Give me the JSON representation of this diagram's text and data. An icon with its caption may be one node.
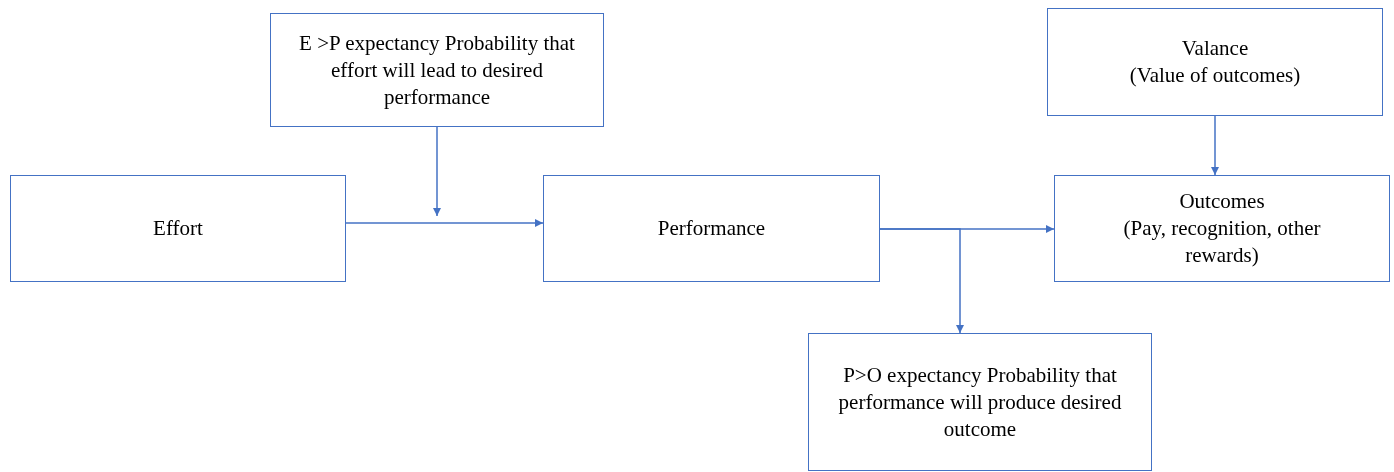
{
  "diagram": {
    "nodes": [
      {
        "text": [
          "Effort"
        ]
      },
      {
        "text": [
          "E >P expectancy Probability that effort will lead to desired performance"
        ]
      },
      {
        "text": [
          "Performance"
        ]
      },
      {
        "text": [
          "Valance",
          "(Value of outcomes)"
        ]
      },
      {
        "text": [
          "Outcomes",
          "(Pay, recognition, other rewards)"
        ]
      },
      {
        "text": [
          "P>O expectancy Probability that performance will produce desired outcome"
        ]
      }
    ],
    "edges": [
      {
        "from": 0,
        "to": 2,
        "arrow": "to"
      },
      {
        "from": 1,
        "to": null,
        "arrow": "to"
      },
      {
        "from": 2,
        "to": 4,
        "arrow": "to"
      },
      {
        "from": 2,
        "to": 5,
        "arrow": "to"
      },
      {
        "from": 3,
        "to": 4,
        "arrow": "to"
      }
    ]
  }
}
